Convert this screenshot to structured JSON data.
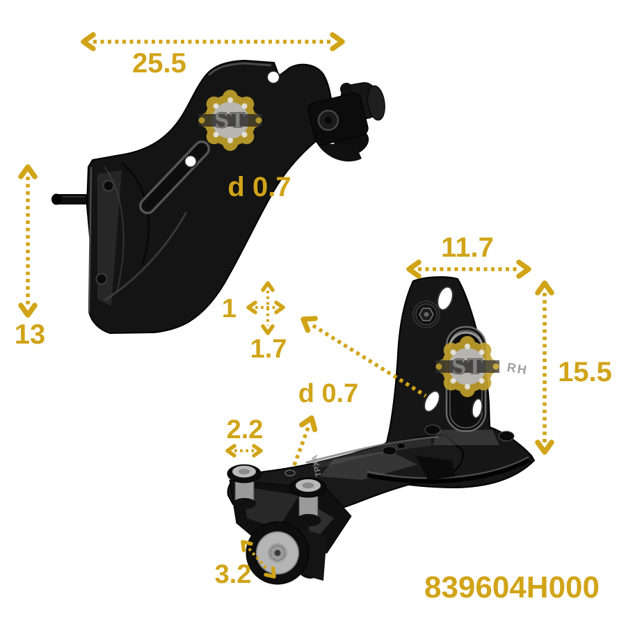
{
  "background": "#ffffff",
  "accent_color": "#d1a418",
  "part_number": "839604H000",
  "brand": {
    "watermark_text": "ST"
  },
  "upper_view": {
    "description": "sliding door roller bracket, upper left view",
    "dim_width": "25.5",
    "dim_height": "13",
    "hole_diameter": "d 0.7"
  },
  "lower_view": {
    "description": "sliding door roller bracket with rollers, lower right view",
    "dim_plate_width": "11.7",
    "dim_plate_height": "15.5",
    "dim_slot_width": "1",
    "dim_slot_height": "1.7",
    "hole_diameter": "d 0.7",
    "dim_roller_width": "2.2",
    "dim_wheel_diameter": "3.2",
    "marking_side": "RH",
    "marking_stamp": "TPXA"
  }
}
